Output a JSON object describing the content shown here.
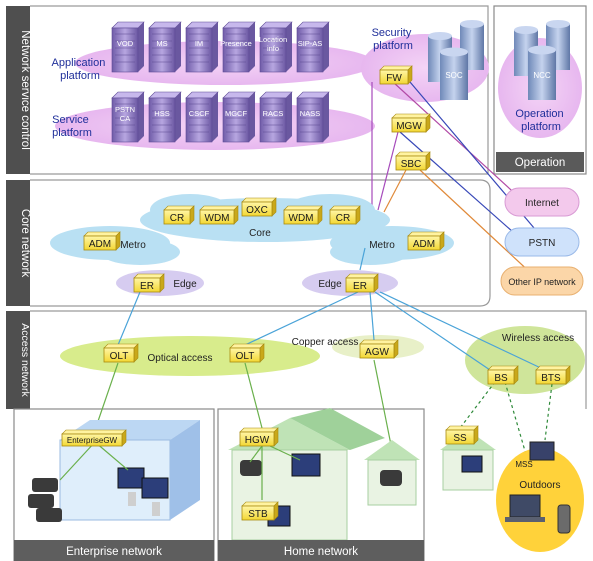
{
  "sections": {
    "network_service_control": "Network service control",
    "core_network": "Core network",
    "access_network": "Access network"
  },
  "platforms": {
    "application": "Application platform",
    "application_lines": [
      "Application",
      "platform"
    ],
    "service_lines": [
      "Service",
      "platform"
    ],
    "security_lines": [
      "Security",
      "platform"
    ],
    "operation_lines": [
      "Operation",
      "platform"
    ],
    "operation_box": "Operation"
  },
  "servers": {
    "application": [
      "VOD",
      "MS",
      "IM",
      "Presence",
      "Location info",
      "SIP-AS"
    ],
    "service": [
      "PSTN CA",
      "HSS",
      "CSCF",
      "MGCF",
      "RACS",
      "NASS"
    ],
    "soc": "SOC",
    "ncc": "NCC"
  },
  "nodes": {
    "fw": "FW",
    "mgw": "MGW",
    "sbc": "SBC",
    "cr_left": "CR",
    "wdm_left": "WDM",
    "oxc": "OXC",
    "wdm_right": "WDM",
    "cr_right": "CR",
    "adm_left": "ADM",
    "adm_right": "ADM",
    "er_left": "ER",
    "er_right": "ER",
    "olt_left": "OLT",
    "olt_right": "OLT",
    "agw": "AGW",
    "bs": "BS",
    "bts": "BTS",
    "enterprise_gw": "EnterpriseGW",
    "hgw": "HGW",
    "stb": "STB",
    "ss": "SS",
    "mss": "MSS"
  },
  "labels": {
    "core": "Core",
    "metro_left": "Metro",
    "metro_right": "Metro",
    "edge_left": "Edge",
    "edge_right": "Edge",
    "optical_access": "Optical access",
    "copper_access": "Copper access",
    "wireless_access": "Wireless access",
    "outdoors": "Outdoors"
  },
  "external": {
    "internet": "Internet",
    "pstn": "PSTN",
    "other_ip": "Other IP network"
  },
  "bottom": {
    "enterprise": "Enterprise network",
    "home": "Home network"
  },
  "colors": {
    "node_fill": "#f7e35a",
    "node_stroke": "#a88a10",
    "server": "#9b86c9",
    "cloud": "#b9e0f3",
    "optical_ellipse": "#d8ec8c",
    "wireless_ellipse": "#cfe59a",
    "outdoors": "#ffd23a",
    "side_bar": "#4f4f4f",
    "bottom_bar": "#5e5e5e"
  }
}
